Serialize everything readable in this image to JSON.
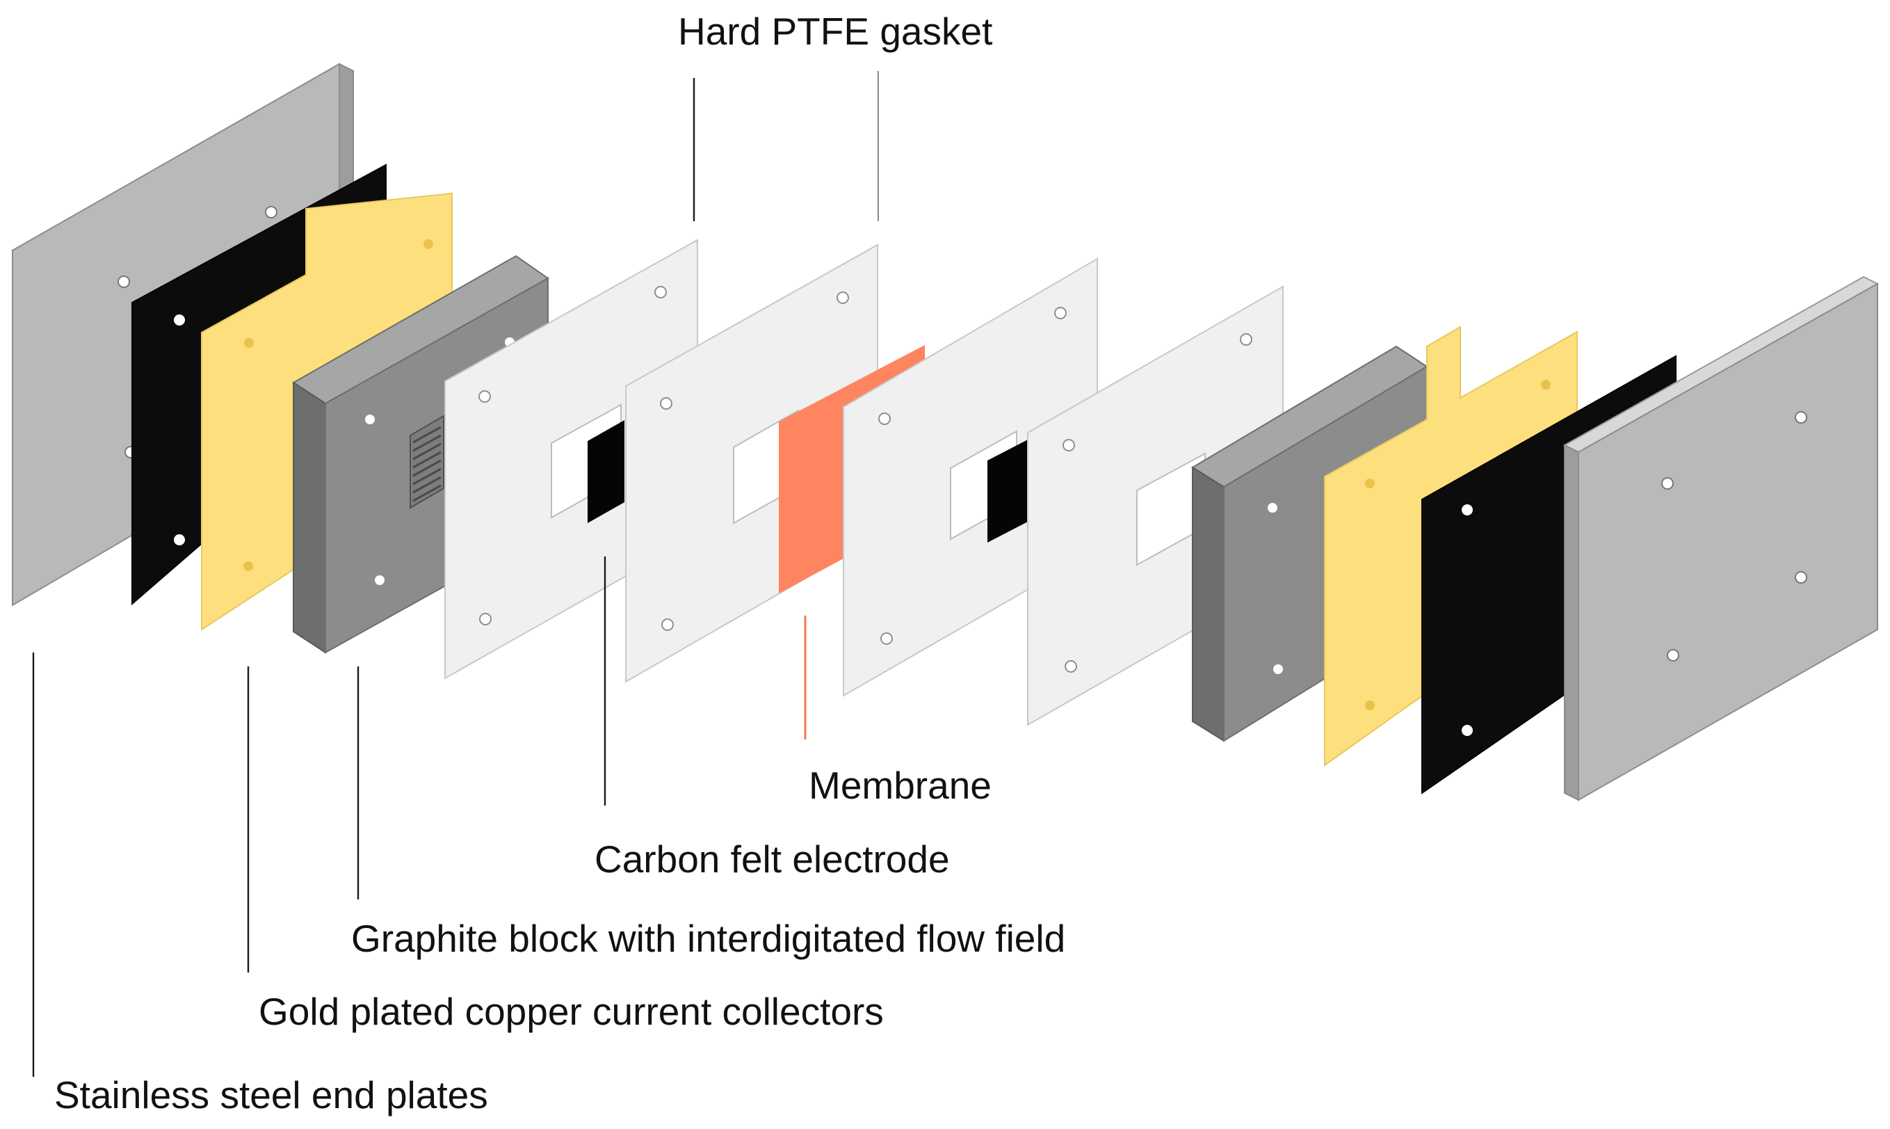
{
  "labels": {
    "gasket": "Hard PTFE gasket",
    "membrane": "Membrane",
    "electrode": "Carbon felt electrode",
    "graphite": "Graphite block with interdigitated flow field",
    "collector": "Gold plated copper current collectors",
    "endplate": "Stainless steel end plates"
  },
  "colors": {
    "steel_face": "#b9b9b9",
    "steel_edge": "#d6d6d6",
    "steel_side": "#9a9a9a",
    "black_plate": "#0c0c0c",
    "gold": "#fde07d",
    "gold_hole": "#e9c24a",
    "graphite_face": "#8c8c8c",
    "graphite_top": "#a6a6a6",
    "graphite_side": "#6e6e6e",
    "gasket": "#f0f0f0",
    "gasket_stroke": "#c8c8c8",
    "membrane": "#ff8560",
    "felt": "#050505"
  }
}
